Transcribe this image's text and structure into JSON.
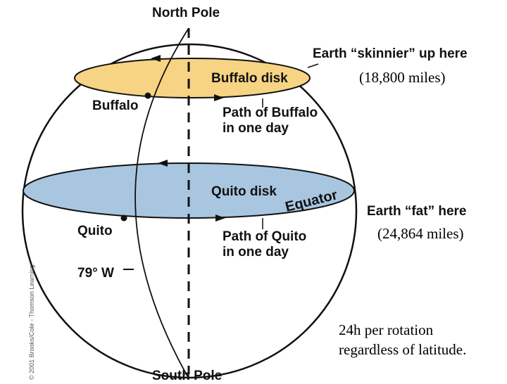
{
  "labels": {
    "north_pole": "North Pole",
    "south_pole": "South Pole",
    "buffalo_disk": "Buffalo disk",
    "buffalo": "Buffalo",
    "path_buffalo_line1": "Path of Buffalo",
    "path_buffalo_line2": "in one day",
    "quito_disk": "Quito disk",
    "equator": "Equator",
    "quito": "Quito",
    "path_quito_line1": "Path of Quito",
    "path_quito_line2": "in one day",
    "longitude": "79° W",
    "skinnier": "Earth “skinnier” up here",
    "fat": "Earth “fat” here"
  },
  "notes": {
    "buffalo_miles": "(18,800 miles)",
    "equator_miles": "(24,864 miles)",
    "rotation_line1": "24h per rotation",
    "rotation_line2": "regardless of latitude."
  },
  "copyright": "© 2001 Brooks/Cole - Thomson Learning",
  "colors": {
    "buffalo_disk_fill": "#f7d484",
    "quito_disk_fill": "#a9c6e0",
    "outline": "#111111"
  }
}
